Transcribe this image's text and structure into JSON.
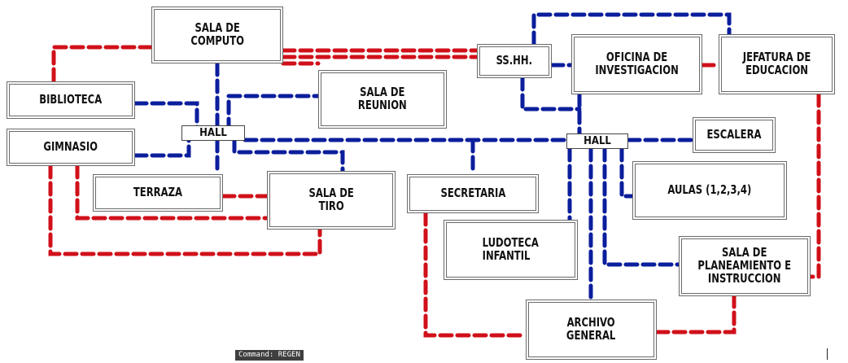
{
  "colors": {
    "blue": "#0b1e9c",
    "red": "#d0101a"
  },
  "rooms": {
    "sala_computo": "SALA DE\nCOMPUTO",
    "biblioteca": "BIBLIOTECA",
    "gimnasio": "GIMNASIO",
    "sala_reunion": "SALA DE\nREUNION",
    "terraza": "TERRAZA",
    "sala_tiro": "SALA DE\nTIRO",
    "sshh": "SS.HH.",
    "oficina_investigacion": "OFICINA DE\nINVESTIGACION",
    "jefatura_educacion": "JEFATURA DE\nEDUCACION",
    "escalera": "ESCALERA",
    "secretaria": "SECRETARIA",
    "aulas": "AULAS (1,2,3,4)",
    "ludoteca": "LUDOTECA\nINFANTIL",
    "sala_planeamiento": "SALA DE\nPLANEAMIENTO E\nINSTRUCCION",
    "archivo_general": "ARCHIVO\nGENERAL",
    "hall_left": "HALL",
    "hall_right": "HALL"
  },
  "command_line": "Command: REGEN"
}
